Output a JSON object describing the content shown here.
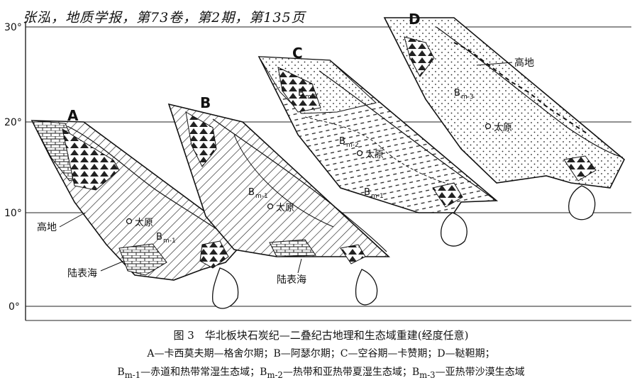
{
  "citation": "张泓，地质学报，第73卷，第2期，第135页",
  "latitude_ticks": [
    "30°",
    "20°",
    "10°",
    "0°"
  ],
  "panels": [
    {
      "letter": "A",
      "labels": [
        "高地",
        "太原",
        "B",
        "m-1",
        "陆表海"
      ]
    },
    {
      "letter": "B",
      "labels": [
        "B",
        "m-1",
        "太原",
        "陆表海"
      ]
    },
    {
      "letter": "C",
      "labels": [
        "B",
        "m-3",
        "B",
        "m-2",
        "太原",
        "B",
        "m-1"
      ]
    },
    {
      "letter": "D",
      "labels": [
        "高地",
        "B",
        "m-3",
        "太原"
      ]
    }
  ],
  "caption": {
    "title": "图 3　华北板块石炭纪—二叠纪古地理和生态域重建(经度任意)",
    "line2": "A—卡西莫夫期—格舍尔期；B—阿瑟尔期；C—空谷期—卡赞期；D—鞑靼期；",
    "line3_parts": [
      {
        "b": "B",
        "s": "m-1",
        "t": "—赤道和热带常湿生态域；"
      },
      {
        "b": "B",
        "s": "m-2",
        "t": "—热带和亚热带夏湿生态域；"
      },
      {
        "b": "B",
        "s": "m-3",
        "t": "—亚热带沙漠生态域"
      }
    ]
  }
}
